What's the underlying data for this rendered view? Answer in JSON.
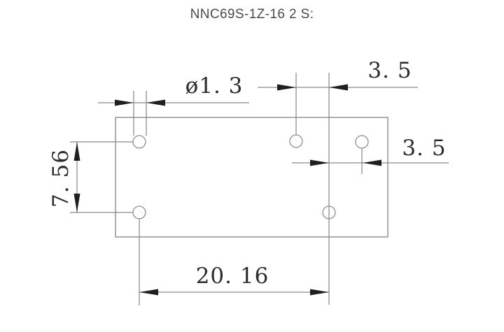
{
  "title": "NNC69S-1Z-16 2 S:",
  "dimensions": {
    "hole_diameter": {
      "label": "ø1. 3",
      "value": 1.3
    },
    "pitch_top": {
      "label": "3. 5",
      "value": 3.5
    },
    "pitch_right": {
      "label": "3. 5",
      "value": 3.5
    },
    "row_spacing": {
      "label": "7. 56",
      "value": 7.56
    },
    "span_bottom": {
      "label": "20. 16",
      "value": 20.16
    }
  },
  "drawing": {
    "outline": "rectangle",
    "hole_count": 5
  },
  "colors": {
    "background": "#ffffff",
    "line": "#8b8b8b",
    "arrow": "#1f1f1f",
    "dim_text": "#2b2b2b",
    "title_text": "#4a4a4a"
  }
}
